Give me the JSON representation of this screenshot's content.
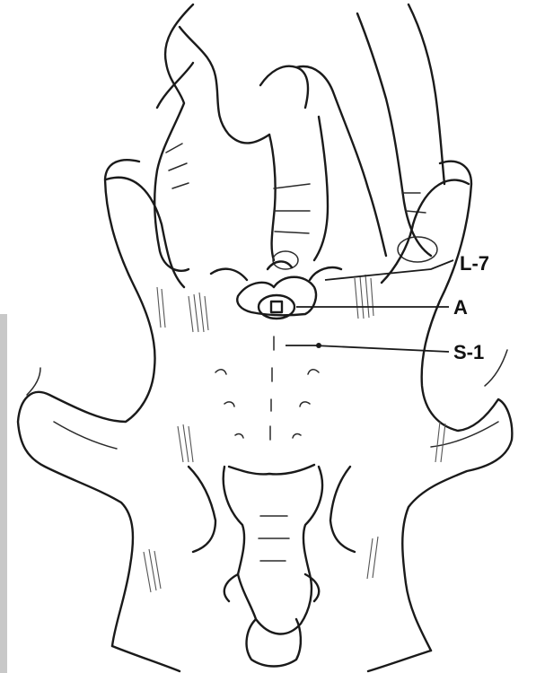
{
  "labels": {
    "l7": "L-7",
    "a": "A",
    "s1": "S-1"
  },
  "colors": {
    "ink": "#1a1a1a",
    "background": "#ffffff"
  }
}
